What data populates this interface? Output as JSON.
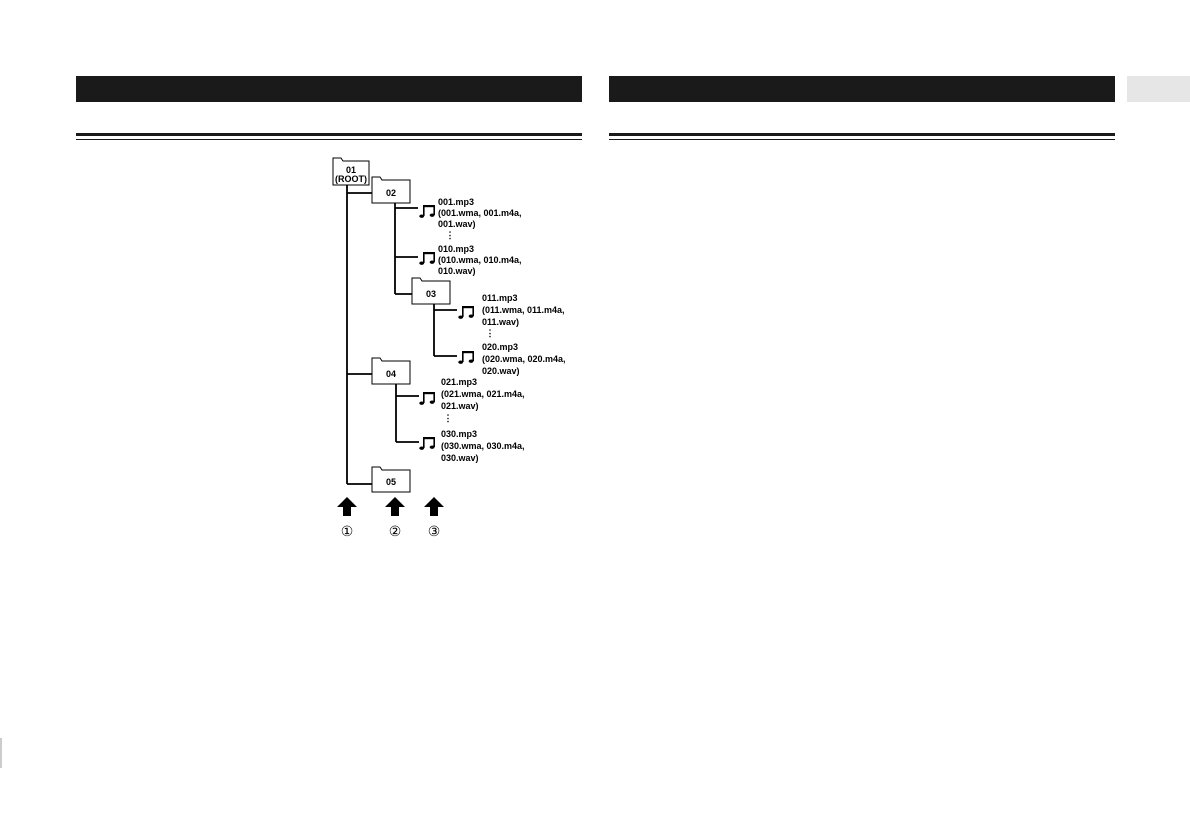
{
  "folders": {
    "f01": [
      "01",
      "(ROOT)"
    ],
    "f02": "02",
    "f03": "03",
    "f04": "04",
    "f05": "05"
  },
  "files": {
    "g1a": [
      "001.mp3",
      "(001.wma, 001.m4a,",
      "001.wav)"
    ],
    "g1b": [
      "010.mp3",
      "(010.wma, 010.m4a,",
      "010.wav)"
    ],
    "g2a": [
      "011.mp3",
      "(011.wma, 011.m4a,",
      "011.wav)"
    ],
    "g2b": [
      "020.mp3",
      "(020.wma, 020.m4a,",
      "020.wav)"
    ],
    "g3a": [
      "021.mp3",
      "(021.wma, 021.m4a,",
      "021.wav)"
    ],
    "g3b": [
      "030.mp3",
      "(030.wma, 030.m4a,",
      "030.wav)"
    ]
  },
  "ellipsis": "⋮",
  "hierarchy_labels": [
    "①",
    "②",
    "③"
  ],
  "colors": {
    "bar": "#1a1a1a",
    "tab": "#e6e6e6"
  }
}
